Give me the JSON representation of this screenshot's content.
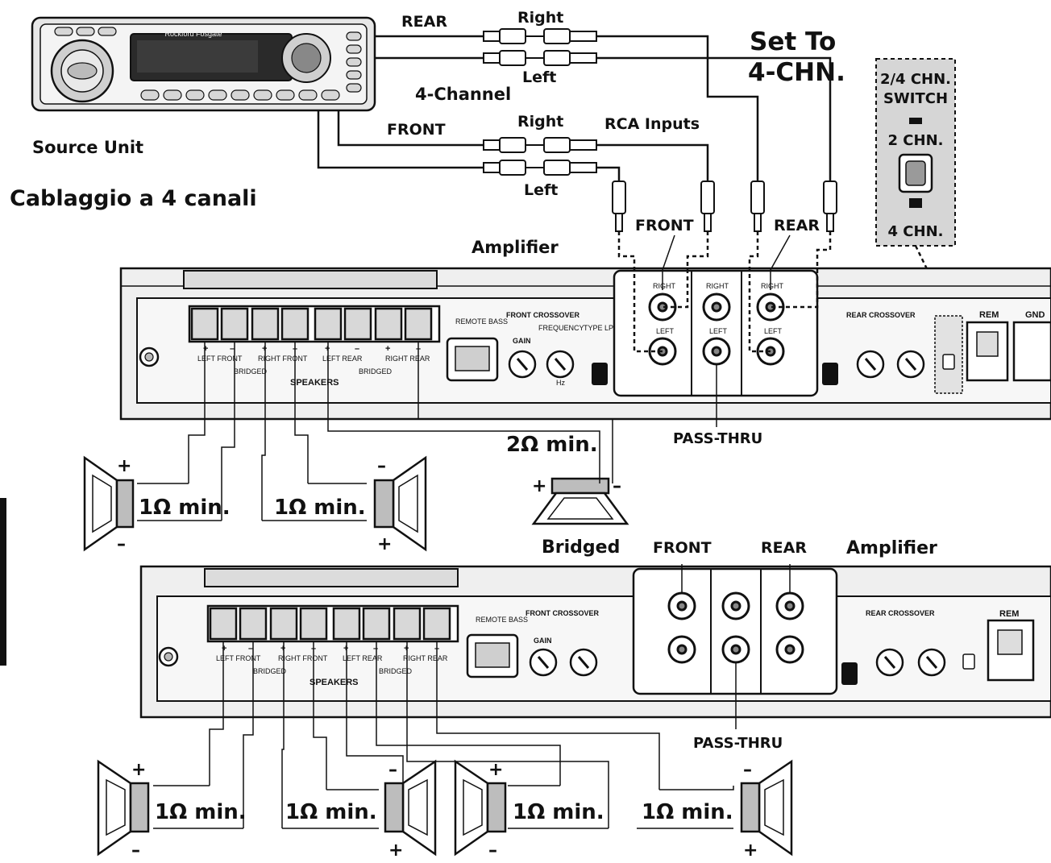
{
  "title_italian": "Cablaggio a 4 canali",
  "source_unit": {
    "label": "Source Unit",
    "brand": "Rockford Fosgate"
  },
  "rca_top": {
    "rear_label": "REAR",
    "front_label": "FRONT",
    "right_label": "Right",
    "left_label": "Left",
    "channel_label": "4-Channel",
    "rca_inputs_label": "RCA Inputs"
  },
  "set_to": {
    "line1": "Set To",
    "line2": "4-CHN."
  },
  "switch_callout": {
    "title_line1": "2/4 CHN.",
    "title_line2": "SWITCH",
    "option_2": "2 CHN.",
    "option_4": "4 CHN."
  },
  "amp_top": {
    "label": "Amplifier",
    "front_label": "FRONT",
    "rear_label": "REAR",
    "pass_thru": "PASS-THRU",
    "speakers_label": "SPEAKERS",
    "bridged_label": "BRIDGED",
    "left_front": "LEFT FRONT",
    "right_front": "RIGHT FRONT",
    "left_rear": "LEFT REAR",
    "right_rear": "RIGHT REAR",
    "remote_bass": "REMOTE BASS",
    "front_crossover": "FRONT CROSSOVER",
    "rear_crossover": "REAR CROSSOVER",
    "frequency": "FREQUENCY",
    "gain": "GAIN",
    "type": "TYPE LP-AP-HP",
    "jack_right": "RIGHT",
    "jack_left": "LEFT",
    "rem": "REM",
    "gnd": "GND",
    "hz": "Hz"
  },
  "amp_bottom": {
    "label": "Amplifier",
    "bridged_label": "Bridged",
    "front_label": "FRONT",
    "rear_label": "REAR",
    "pass_thru": "PASS-THRU",
    "rem": "REM"
  },
  "impedance": {
    "one_ohm": "1Ω min.",
    "two_ohm": "2Ω min."
  },
  "polarity": {
    "plus": "+",
    "minus": "–"
  }
}
